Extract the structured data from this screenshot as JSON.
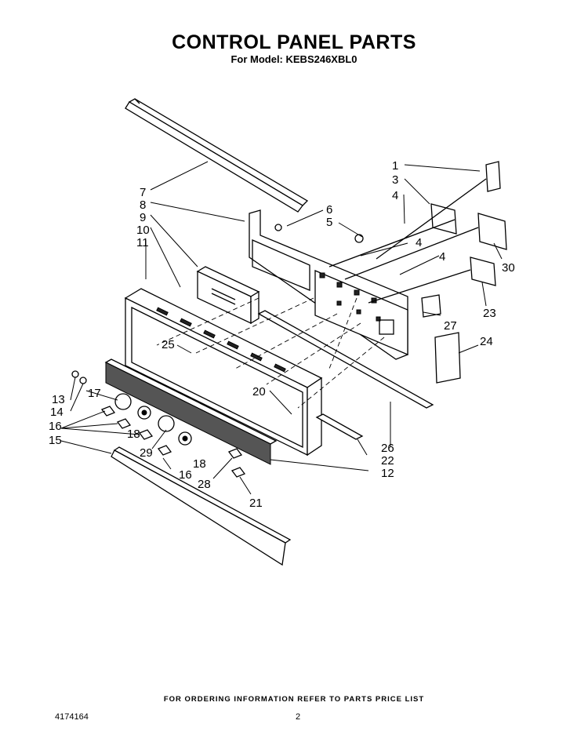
{
  "header": {
    "title": "CONTROL PANEL PARTS",
    "subtitle": "For Model: KEBS246XBL0"
  },
  "footer": {
    "note": "FOR ORDERING INFORMATION REFER TO PARTS PRICE LIST",
    "doc_number": "4174164",
    "page_number": "2"
  },
  "callouts": [
    "1",
    "3",
    "4",
    "4",
    "4",
    "5",
    "6",
    "7",
    "8",
    "9",
    "10",
    "11",
    "12",
    "13",
    "14",
    "15",
    "16",
    "16",
    "17",
    "18",
    "18",
    "20",
    "21",
    "22",
    "23",
    "24",
    "25",
    "26",
    "27",
    "28",
    "29",
    "30"
  ]
}
